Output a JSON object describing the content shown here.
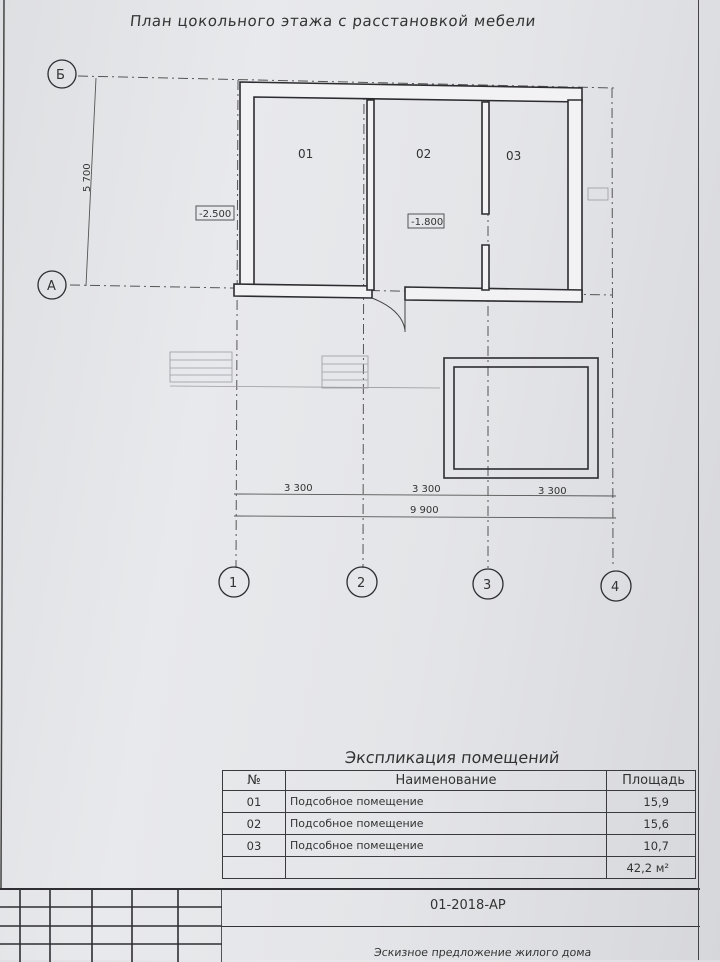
{
  "title": "План цокольного этажа с расстановкой мебели",
  "axes": {
    "letters": [
      "Б",
      "А"
    ],
    "numbers": [
      "1",
      "2",
      "3",
      "4"
    ]
  },
  "dimensions": {
    "height_5700": "5 700",
    "spans": [
      "3 300",
      "3 300",
      "3 300"
    ],
    "total": "9 900"
  },
  "levels": {
    "left": "-2.500",
    "center": "-1.800"
  },
  "rooms": [
    "01",
    "02",
    "03"
  ],
  "explication": {
    "title": "Экспликация помещений",
    "headers": {
      "number": "№",
      "name": "Наименование",
      "area": "Площадь"
    },
    "rows": [
      {
        "number": "01",
        "name": "Подсобное помещение",
        "area": "15,9"
      },
      {
        "number": "02",
        "name": "Подсобное помещение",
        "area": "15,6"
      },
      {
        "number": "03",
        "name": "Подсобное помещение",
        "area": "10,7"
      }
    ],
    "total": "42,2 м²"
  },
  "stamp": {
    "code": "01-2018-АР",
    "description": "Эскизное предложение жилого дома"
  }
}
